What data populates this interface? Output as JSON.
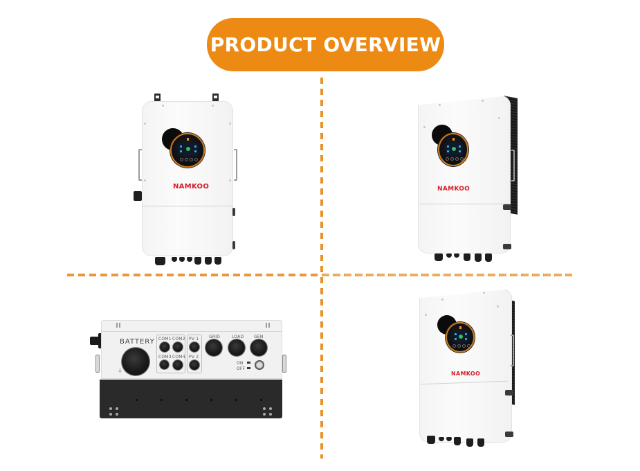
{
  "header": {
    "title": "PRODUCT OVERVIEW"
  },
  "colors": {
    "accent": "#ec8a14",
    "divider": "#e8922a",
    "brand_red": "#d61f26",
    "chassis_white": "#f4f4f4",
    "chassis_black": "#2a2a2a"
  },
  "views": [
    {
      "id": "front-view",
      "brand": "NAMKOO"
    },
    {
      "id": "angled-view-left",
      "brand": "NAMKOO"
    },
    {
      "id": "bottom-view",
      "brand": ""
    },
    {
      "id": "angled-view-low",
      "brand": "NAMKOO"
    }
  ],
  "bottom_panel": {
    "battery_label": "BATTERY",
    "com_ports": [
      "COM1",
      "COM2",
      "COM3",
      "COM4"
    ],
    "pv_ports": [
      "PV 1",
      "PV 2"
    ],
    "power_ports": [
      "GRID",
      "LOAD",
      "GEN"
    ],
    "switch_on": "ON",
    "switch_off": "OFF"
  }
}
